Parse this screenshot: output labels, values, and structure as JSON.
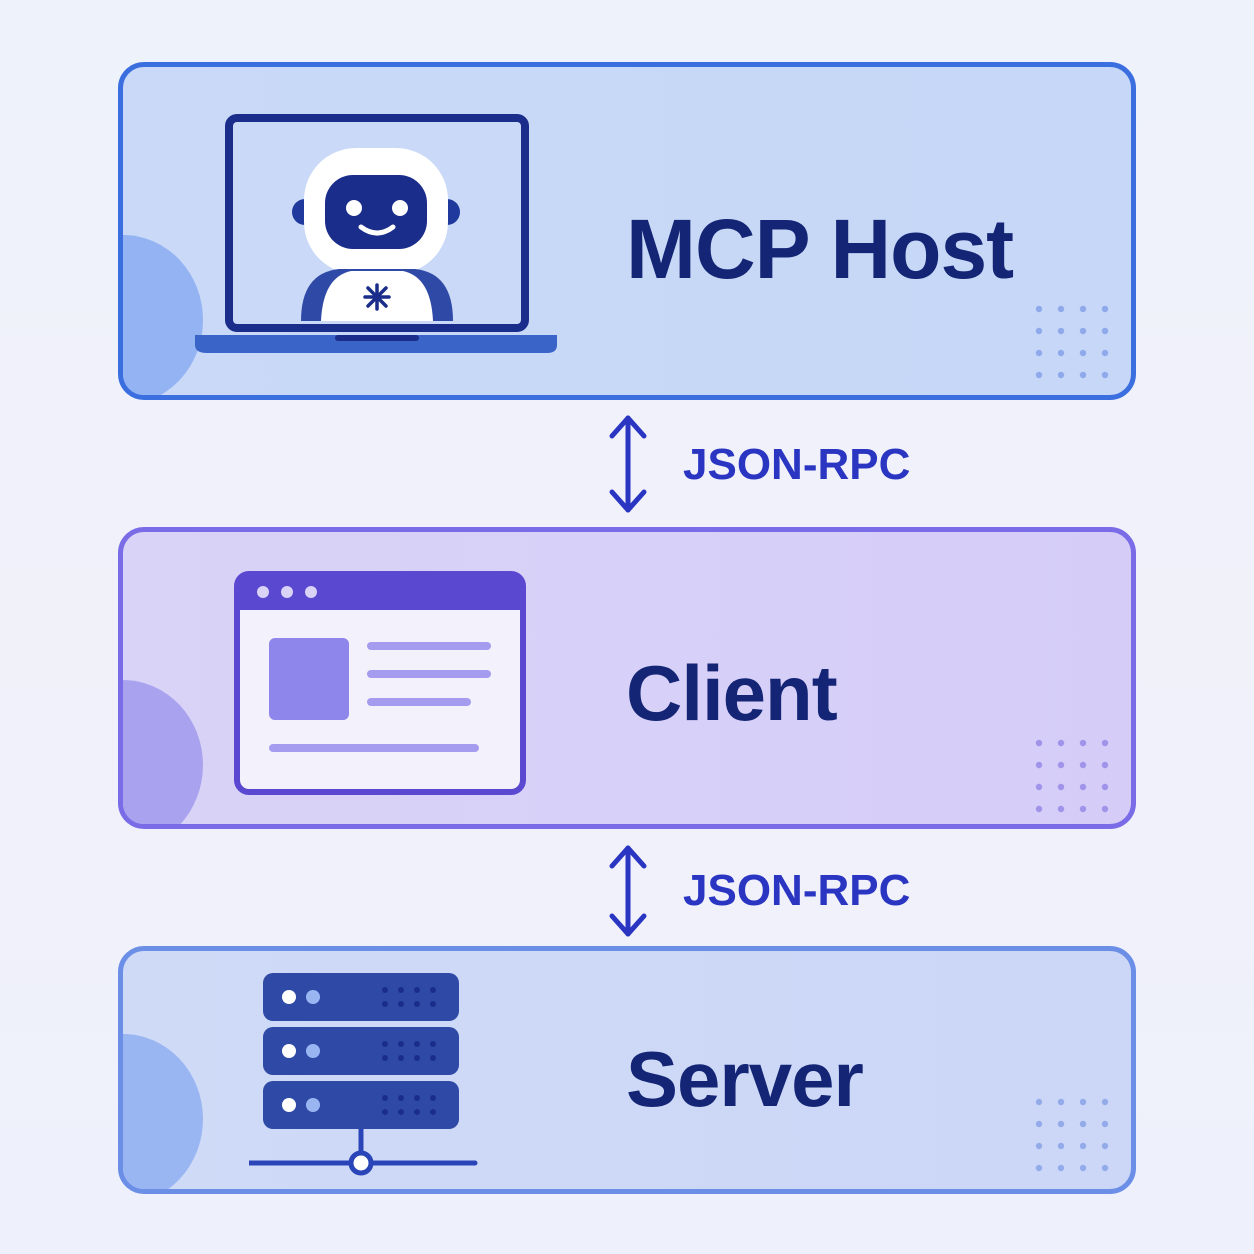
{
  "layers": {
    "host": {
      "label": "MCP Host"
    },
    "client": {
      "label": "Client"
    },
    "server": {
      "label": "Server"
    }
  },
  "connections": [
    {
      "label": "JSON-RPC"
    },
    {
      "label": "JSON-RPC"
    }
  ],
  "colors": {
    "host_border": "#3b6fe0",
    "client_border": "#7a6ce6",
    "server_border": "#6b8ee6",
    "label_text": "#142575",
    "connection_text": "#2a35c2",
    "arrow": "#2a35c2"
  },
  "icons": {
    "host": "laptop-robot-icon",
    "client": "browser-window-icon",
    "server": "server-rack-icon",
    "connection": "double-arrow-icon"
  }
}
